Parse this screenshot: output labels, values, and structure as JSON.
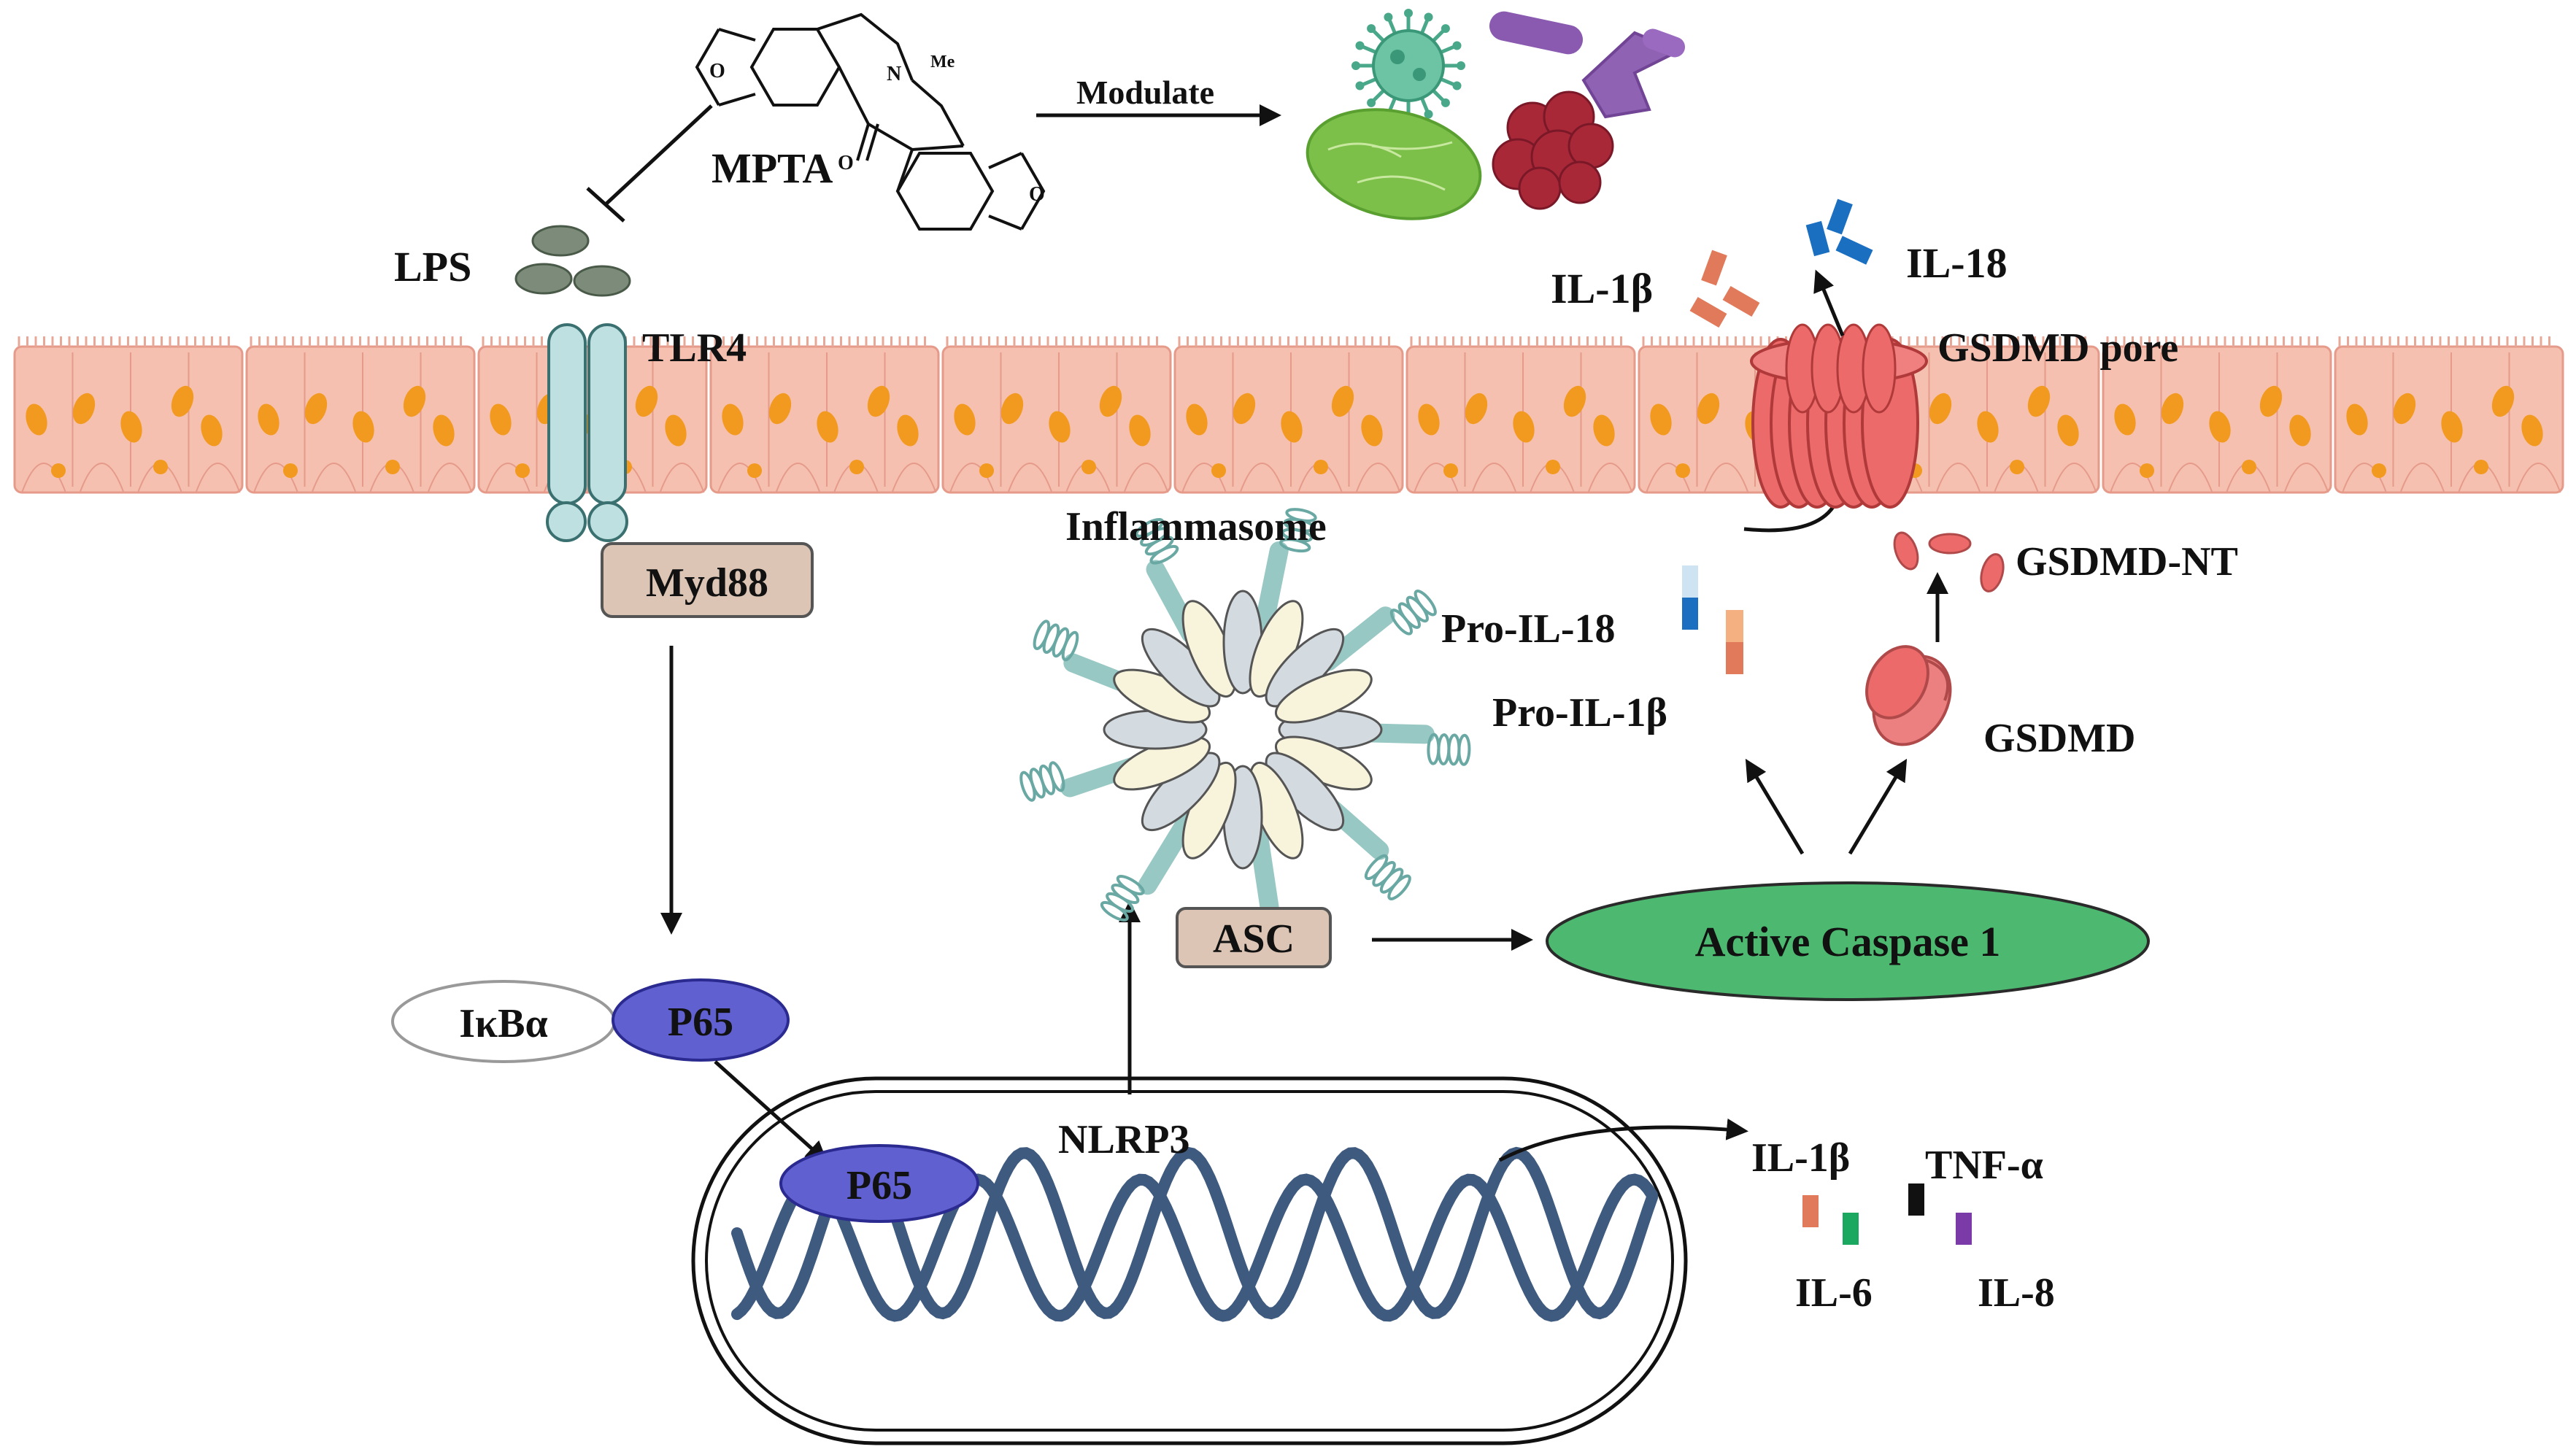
{
  "labels": {
    "mpta": "MPTA",
    "modulate": "Modulate",
    "lps": "LPS",
    "tlr4": "TLR4",
    "myd88": "Myd88",
    "ikba": "IκBα",
    "p65_cyto": "P65",
    "p65_nuc": "P65",
    "nlrp3": "NLRP3",
    "inflammasome": "Inflammasome",
    "asc": "ASC",
    "caspase": "Active Caspase 1",
    "pro_il18": "Pro-IL-18",
    "pro_il1b": "Pro-IL-1β",
    "gsdmd": "GSDMD",
    "gsdmd_nt": "GSDMD-NT",
    "gsdmd_pore": "GSDMD pore",
    "il1b_top": "IL-1β",
    "il18_top": "IL-18",
    "il1b_out": "IL-1β",
    "tnfa": "TNF-α",
    "il6": "IL-6",
    "il8": "IL-8",
    "me": "Me",
    "n_atom": "N",
    "o_atom": "O"
  },
  "colors": {
    "lps": "#7d8c7a",
    "tlr4": "#bfe0e0",
    "myd88": "#dcc5b4",
    "p65": "#6160d0",
    "caspase": "#4db870",
    "dna": "#3e5a7e",
    "cell": "#f5c0b0",
    "nucleus_cell": "#f29a20",
    "pore": "#ec6a6a",
    "il1b": "#e07a5a",
    "il18": "#1a6fc0",
    "il6": "#1aa860",
    "il8": "#7a3aa8",
    "tnfa": "#111111"
  },
  "icons": [
    "mpta-molecule-icon",
    "virus-icon",
    "bacterium-icon",
    "microbe-cluster-icon",
    "gut-epithelium-icon",
    "inflammasome-icon",
    "gsdmd-pore-icon",
    "dna-helix-icon"
  ]
}
